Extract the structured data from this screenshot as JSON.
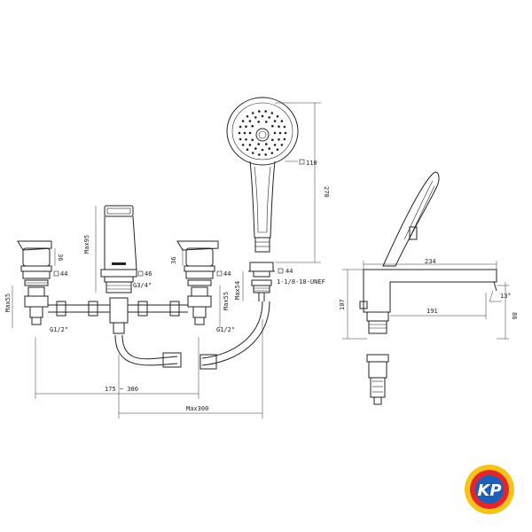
{
  "dimensions": {
    "handshower_height": "270",
    "handshower_diameter": "110",
    "lever_height_left": "36",
    "lever_square_left": "44",
    "spout_height": "Max95",
    "spout_square": "46",
    "spout_thread": "G3/4\"",
    "lever_height_right": "36",
    "lever_square_right": "44",
    "lever_max_left": "Max55",
    "lever_max_right": "Max55",
    "inlet_left": "G1/2\"",
    "inlet_right": "G1/2\"",
    "hs_base_square": "44",
    "hs_base_height": "Max54",
    "hs_thread": "1-1/8-18-UNEF",
    "spacing_range": "175 ~ 300",
    "max_span": "Max300",
    "side_length": "234",
    "side_height": "107",
    "side_projection": "191",
    "side_angle": "13°",
    "side_clearance": "86"
  },
  "logo": {
    "text": "KP",
    "colors": {
      "ring_yellow": "#f7c21a",
      "ring_red": "#e3262d",
      "center_blue": "#1d5fb8",
      "letter": "#ffffff"
    }
  }
}
